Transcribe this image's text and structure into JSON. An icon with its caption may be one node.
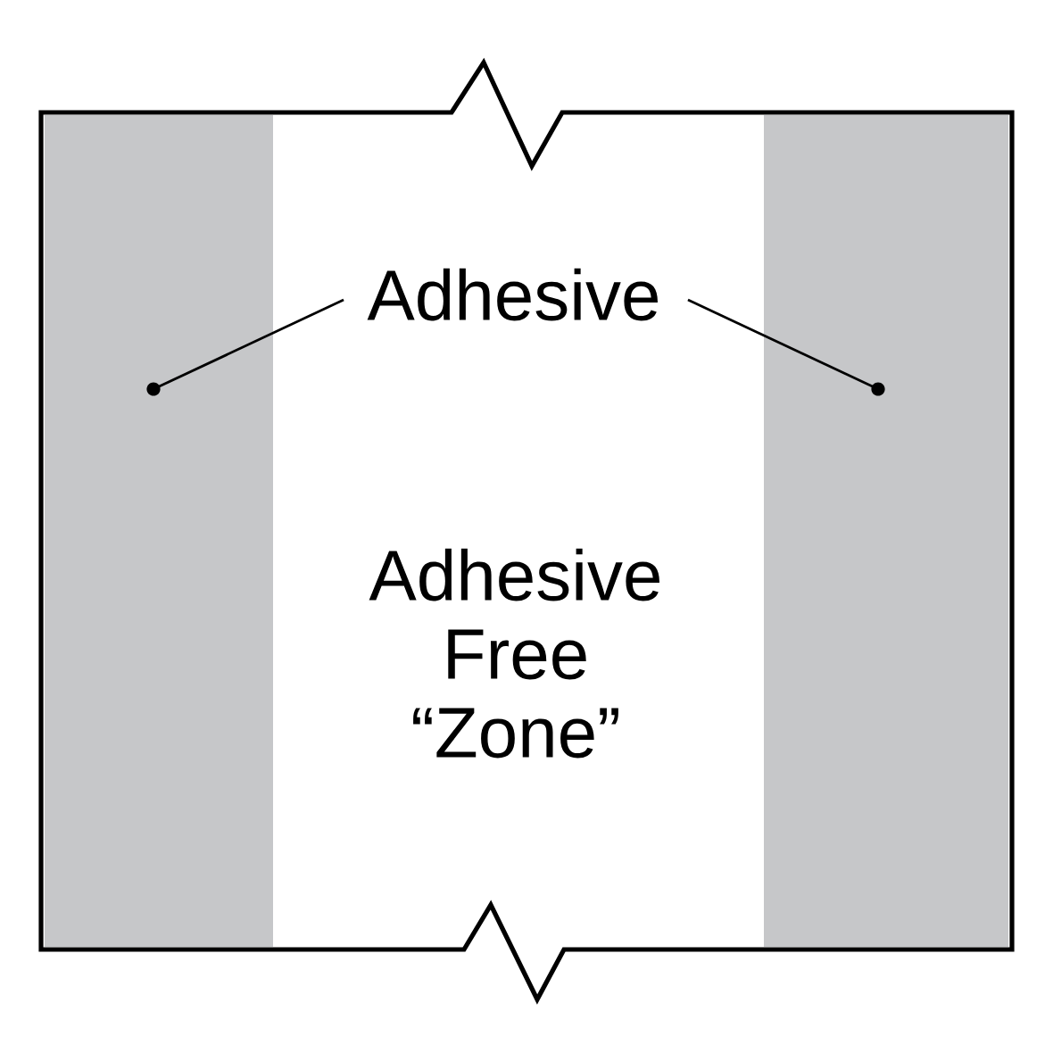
{
  "diagram": {
    "nodes": [
      {
        "text": [
          "Adhesive"
        ]
      },
      {
        "text": [],
        "shape": "bar"
      },
      {
        "text": [],
        "shape": "bar"
      }
    ],
    "edges": [
      {
        "from": 0,
        "to": 1,
        "arrow": "other"
      },
      {
        "from": 0,
        "to": 2,
        "arrow": "other"
      }
    ],
    "labels": [
      "Adhesive Free “Zone”"
    ]
  }
}
